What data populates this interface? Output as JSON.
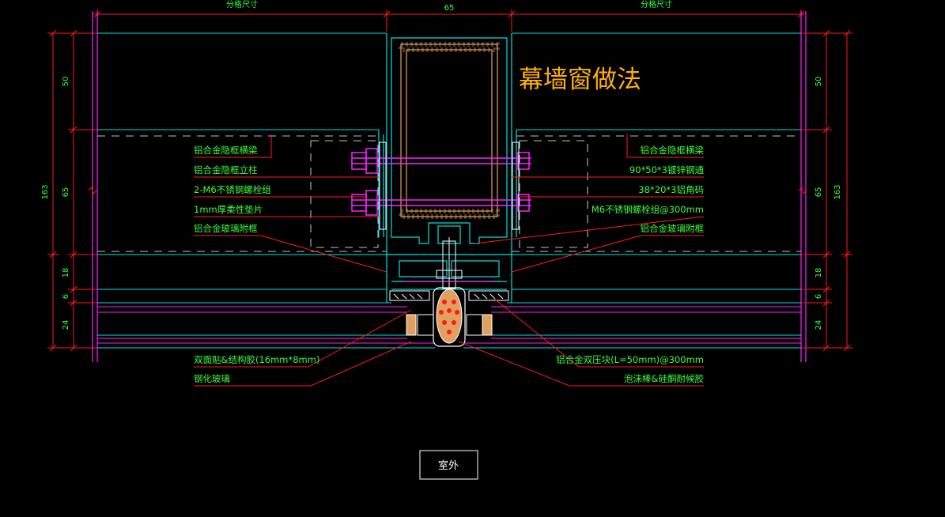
{
  "title": "幕墙窗做法",
  "top_dims": {
    "left": "分格尺寸",
    "center": "65",
    "right": "分格尺寸"
  },
  "left_dims": {
    "d50": "50",
    "d65": "65",
    "d163": "163",
    "d18": "18",
    "d6": "6",
    "d24": "24"
  },
  "right_dims": {
    "d50": "50",
    "d65": "65",
    "d163": "163",
    "d18": "18",
    "d6": "6",
    "d24": "24"
  },
  "labels_left": [
    "铝合金隐框横梁",
    "铝合金隐框立柱",
    "2-M6不锈钢螺栓组",
    "1mm厚柔性垫片",
    "铝合金玻璃附框",
    "双面贴&结构胶(16mm*8mm)",
    "钢化玻璃"
  ],
  "labels_right": [
    "铝合金隐框横梁",
    "90*50*3镀锌钢通",
    "38*20*3铝角码",
    "M6不锈钢螺栓组@300mm",
    "铝合金玻璃附框",
    "铝合金双压块(L=50mm)@300mm",
    "泡沫棒&硅酮耐候胶"
  ],
  "room_label": "室外",
  "colors": {
    "cyan": "#00e0e0",
    "magenta": "#ff20ff",
    "red": "#ff1a1a",
    "green": "#39ff39",
    "orange": "#ffb000",
    "white": "#ffffff",
    "tan": "#e0a060"
  }
}
